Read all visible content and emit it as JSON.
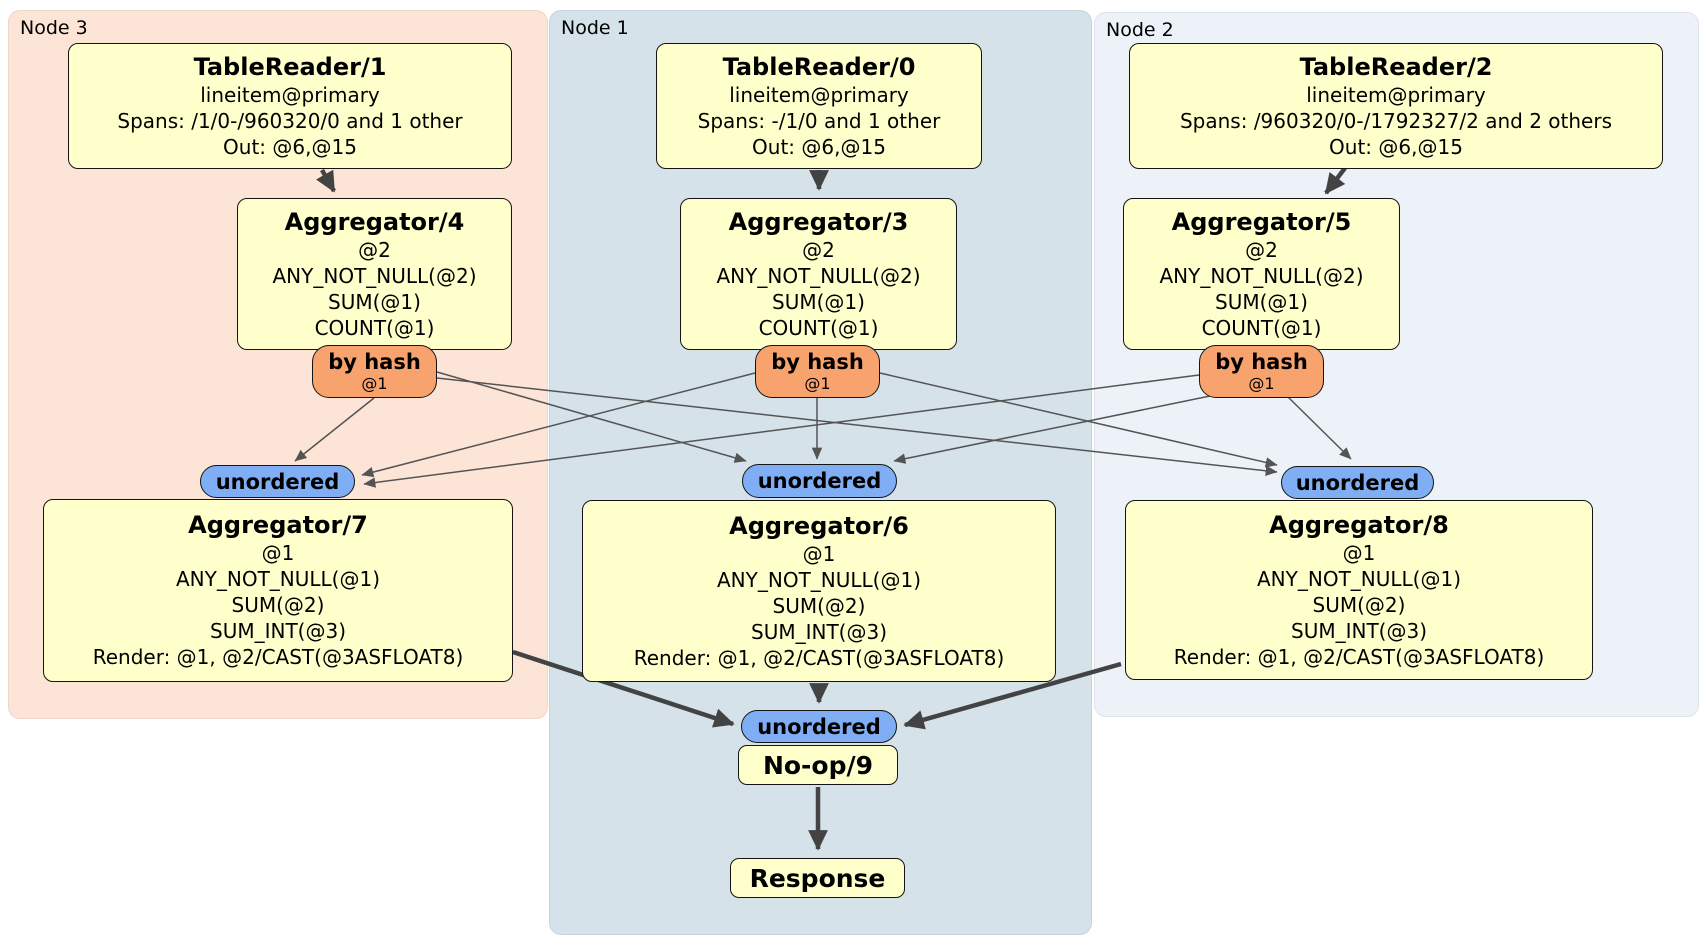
{
  "diagram": {
    "panels": {
      "node3": {
        "label": "Node 3",
        "fill": "#fce4d7"
      },
      "node1": {
        "label": "Node 1",
        "fill": "#d5e2ea"
      },
      "node2": {
        "label": "Node 2",
        "fill": "#edf2f9"
      }
    },
    "colors": {
      "processor_fill": "#ffffcc",
      "router_fill": "#f8a36e",
      "sync_fill": "#7faef4",
      "edge_thin": "#545454",
      "edge_thick": "#434343"
    },
    "nodes": {
      "tr1": {
        "title": "TableReader/1",
        "lines": [
          "lineitem@primary",
          "Spans: /1/0-/960320/0 and 1 other",
          "Out: @6,@15"
        ]
      },
      "tr0": {
        "title": "TableReader/0",
        "lines": [
          "lineitem@primary",
          "Spans: -/1/0 and 1 other",
          "Out: @6,@15"
        ]
      },
      "tr2": {
        "title": "TableReader/2",
        "lines": [
          "lineitem@primary",
          "Spans: /960320/0-/1792327/2 and 2 others",
          "Out: @6,@15"
        ]
      },
      "agg4": {
        "title": "Aggregator/4",
        "lines": [
          "@2",
          "ANY_NOT_NULL(@2)",
          "SUM(@1)",
          "COUNT(@1)"
        ]
      },
      "agg3": {
        "title": "Aggregator/3",
        "lines": [
          "@2",
          "ANY_NOT_NULL(@2)",
          "SUM(@1)",
          "COUNT(@1)"
        ]
      },
      "agg5": {
        "title": "Aggregator/5",
        "lines": [
          "@2",
          "ANY_NOT_NULL(@2)",
          "SUM(@1)",
          "COUNT(@1)"
        ]
      },
      "router": {
        "title": "by hash",
        "sub": "@1"
      },
      "sync": {
        "label": "unordered"
      },
      "agg7": {
        "title": "Aggregator/7",
        "lines": [
          "@1",
          "ANY_NOT_NULL(@1)",
          "SUM(@2)",
          "SUM_INT(@3)",
          "Render: @1, @2/CAST(@3ASFLOAT8)"
        ]
      },
      "agg6": {
        "title": "Aggregator/6",
        "lines": [
          "@1",
          "ANY_NOT_NULL(@1)",
          "SUM(@2)",
          "SUM_INT(@3)",
          "Render: @1, @2/CAST(@3ASFLOAT8)"
        ]
      },
      "agg8": {
        "title": "Aggregator/8",
        "lines": [
          "@1",
          "ANY_NOT_NULL(@1)",
          "SUM(@2)",
          "SUM_INT(@3)",
          "Render: @1, @2/CAST(@3ASFLOAT8)"
        ]
      },
      "noop": {
        "title": "No-op/9"
      },
      "response": {
        "title": "Response"
      }
    }
  }
}
